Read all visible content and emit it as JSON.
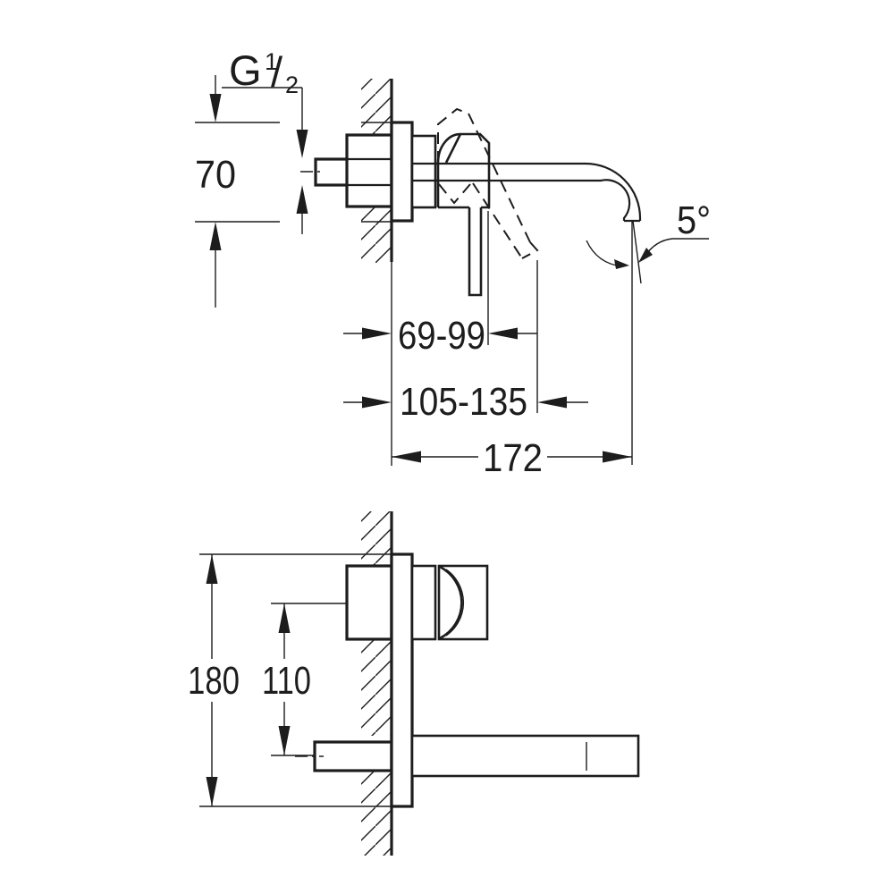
{
  "page": {
    "type": "technical-dimensional-drawing",
    "background": "#ffffff"
  },
  "colors": {
    "line": "#1d1d1d",
    "text": "#1d1d1d"
  },
  "labels": {
    "thread_prefix": "G",
    "thread_numerator": "1",
    "thread_slash": "/",
    "thread_denominator": "2",
    "plate_width": "70",
    "spray_angle": "5°",
    "handle_range_near": "69-99",
    "handle_range_far": "105-135",
    "spout_projection": "172",
    "plate_height": "180",
    "spout_drop": "110"
  },
  "views": {
    "upper_view": {
      "dimension_labels": [
        "G 1/2",
        "70",
        "69-99",
        "105-135",
        "172",
        "5°"
      ]
    },
    "lower_view": {
      "dimension_labels": [
        "180",
        "110"
      ]
    }
  }
}
